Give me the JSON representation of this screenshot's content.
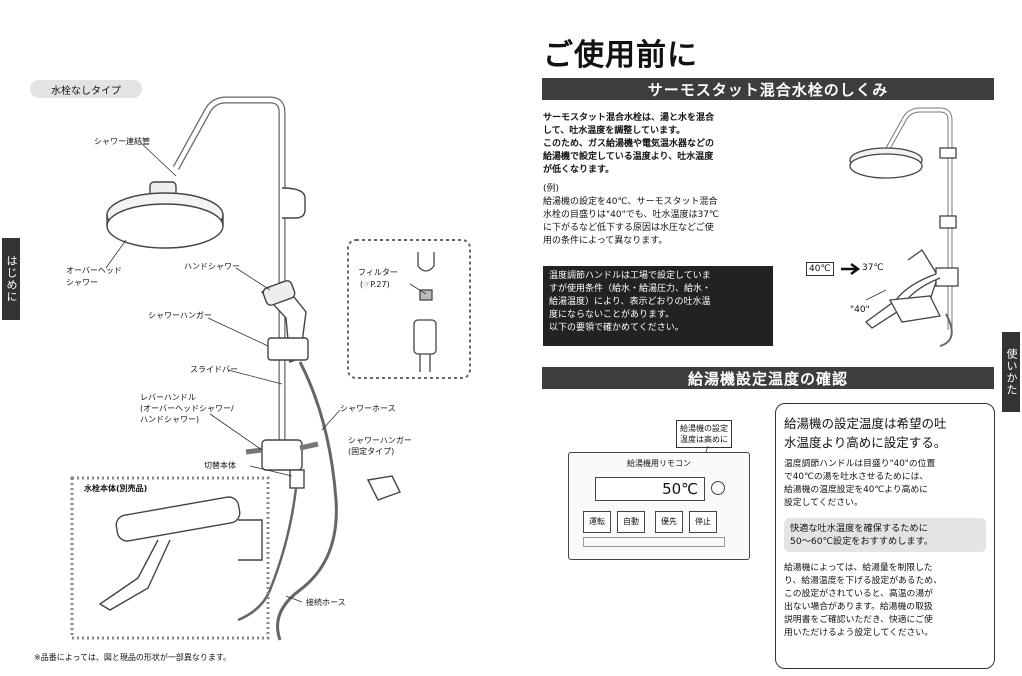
{
  "side_tabs": {
    "left": "はじめに",
    "right": "使いかた"
  },
  "left_page": {
    "type_label": "水栓なしタイプ",
    "labels": {
      "shower_pipe": "シャワー連結管",
      "overhead": [
        "オーバーヘッド",
        "シャワー"
      ],
      "hand_shower": "ハンドシャワー",
      "filter": "フィルター",
      "filter_ref": "(☞P.27)",
      "hanger": "シャワーハンガー",
      "slide_bar": "スライドバー",
      "lever": [
        "レバーハンドル",
        "(オーバーヘッドシャワー/",
        "ハンドシャワー)"
      ],
      "hose": "シャワーホース",
      "hanger_fixed": [
        "シャワーハンガー",
        "(固定タイプ)"
      ],
      "switch_body": "切替本体",
      "faucet_body": "水栓本体(別売品)",
      "flex_hose": "接続ホース"
    },
    "footnote": "※品番によっては、図と現品の形状が一部異なります。"
  },
  "right_page": {
    "title": "ご使用前に",
    "section1": "サーモスタット混合水栓のしくみ",
    "para_bold": [
      "サーモスタット混合水栓は、湯と水を混合",
      "して、吐水温度を調整しています。",
      "このため、ガス給湯機や電気温水器などの",
      "給湯機で設定している温度より、吐水温度",
      "が低くなります。"
    ],
    "example_label": "(例)",
    "example_lines": [
      "給湯機の設定を40℃、サーモスタット混合",
      "水栓の目盛りは\"40\"でも、吐水温度は37℃",
      "に下がるなど低下する原因は水圧などご使",
      "用の条件によって異なります。"
    ],
    "dark_lines": [
      "温度調節ハンドルは工場で設定していま",
      "すが使用条件（給水・給湯圧力、給水・",
      "給湯温度）により、表示どおりの吐水温",
      "度にならないことがあります。",
      "以下の要領で確かめてください。"
    ],
    "temp_from": "40℃",
    "temp_to": "37℃",
    "mark_40": "\"40\"",
    "section2": "給湯機設定温度の確認",
    "callout": [
      "給湯機の設定",
      "温度は高めに"
    ],
    "remote_title": "給湯機用リモコン",
    "remote_temp": "50℃",
    "remote_buttons": [
      "運転",
      "自動",
      "優先",
      "停止"
    ],
    "box_head": [
      "給湯機の設定温度は希望の吐",
      "水温度より高めに設定する。"
    ],
    "box_p1": [
      "温度調節ハンドルは目盛り\"40\"の位置",
      "で40℃の湯を吐水させるためには、",
      "給湯機の温度設定を40℃より高めに",
      "設定してください。"
    ],
    "box_gray": [
      "快適な吐水温度を確保するために",
      "50〜60℃設定をおすすめします。"
    ],
    "box_p2": [
      "給湯機によっては、給湯量を制限した",
      "り、給湯温度を下げる設定があるため、",
      "この設定がされていると、高温の湯が",
      "出ない場合があります。給湯機の取扱",
      "説明書をご確認いただき、快適にご使",
      "用いただけるよう設定してください。"
    ]
  }
}
